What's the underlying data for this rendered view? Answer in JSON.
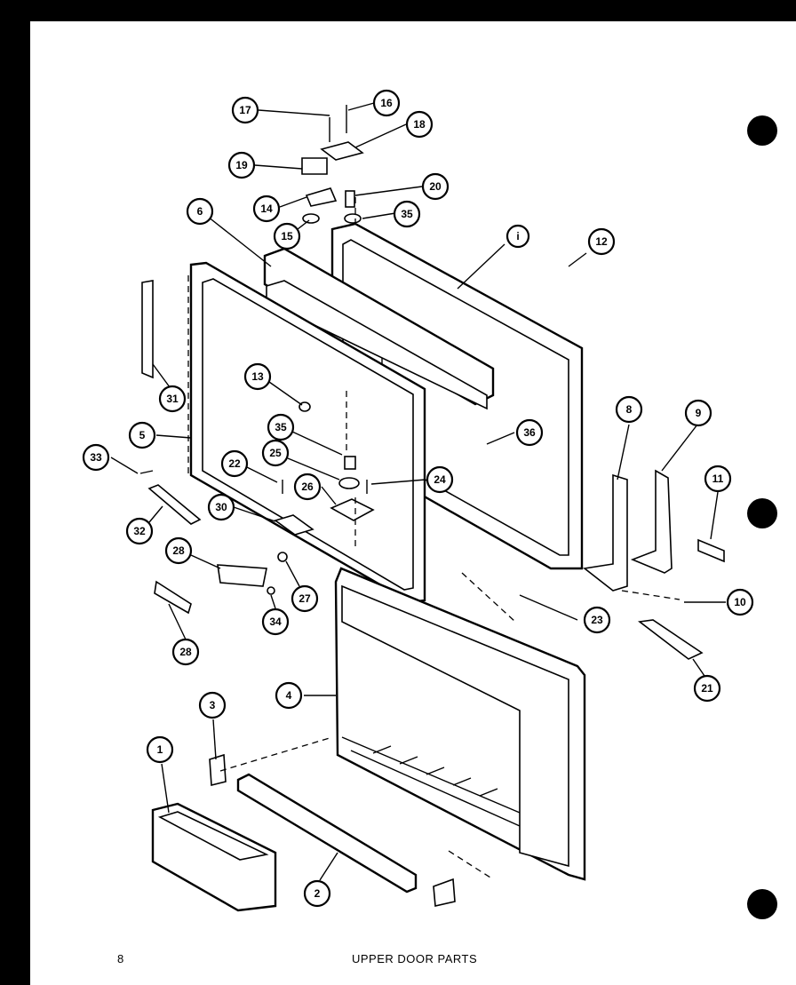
{
  "page": {
    "page_number": "8",
    "caption": "UPPER DOOR PARTS"
  },
  "callouts": {
    "c1": "1",
    "c2": "2",
    "c3": "3",
    "c4": "4",
    "c5": "5",
    "c6": "6",
    "c8": "8",
    "c9": "9",
    "c10": "10",
    "c11": "11",
    "c12": "12",
    "c13": "13",
    "c14": "14",
    "c15": "15",
    "c16": "16",
    "c17": "17",
    "c18": "18",
    "c19": "19",
    "c20": "20",
    "c21": "21",
    "c22": "22",
    "c23": "23",
    "c24": "24",
    "c25": "25",
    "c26": "26",
    "c27": "27",
    "c28a": "28",
    "c28b": "28",
    "c30": "30",
    "c31": "31",
    "c32": "32",
    "c33": "33",
    "c34": "34",
    "c35a": "35",
    "c35b": "35",
    "c36": "36",
    "ci": "i"
  }
}
